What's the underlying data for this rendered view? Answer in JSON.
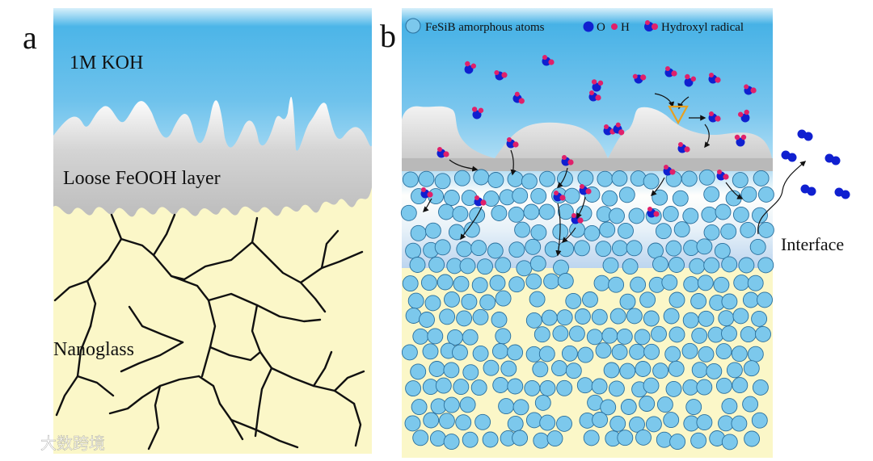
{
  "panel_a": {
    "letter": "a",
    "electrolyte_label": "1M KOH",
    "layer_label": "Loose FeOOH layer",
    "bulk_label": "Nanoglass"
  },
  "panel_b": {
    "letter": "b",
    "legend": {
      "atoms": "FeSiB amorphous atoms",
      "o": "O",
      "h": "H",
      "hydroxyl": "Hydroxyl radical"
    },
    "interface_label": "Interface"
  },
  "watermark": "大数跨境",
  "colors": {
    "electrolyte_top": "#4db6e8",
    "electrolyte_bottom": "#c7e8f8",
    "glass": "#fbf7c8",
    "feooh_gray": "#c8c8c8",
    "atom_fill": "#7cc8ec",
    "atom_stroke": "#2a6f9c",
    "oxygen": "#1020d0",
    "hydrogen": "#e0206a",
    "crack": "#111111",
    "catalyst_triangle": "#e8a020"
  }
}
